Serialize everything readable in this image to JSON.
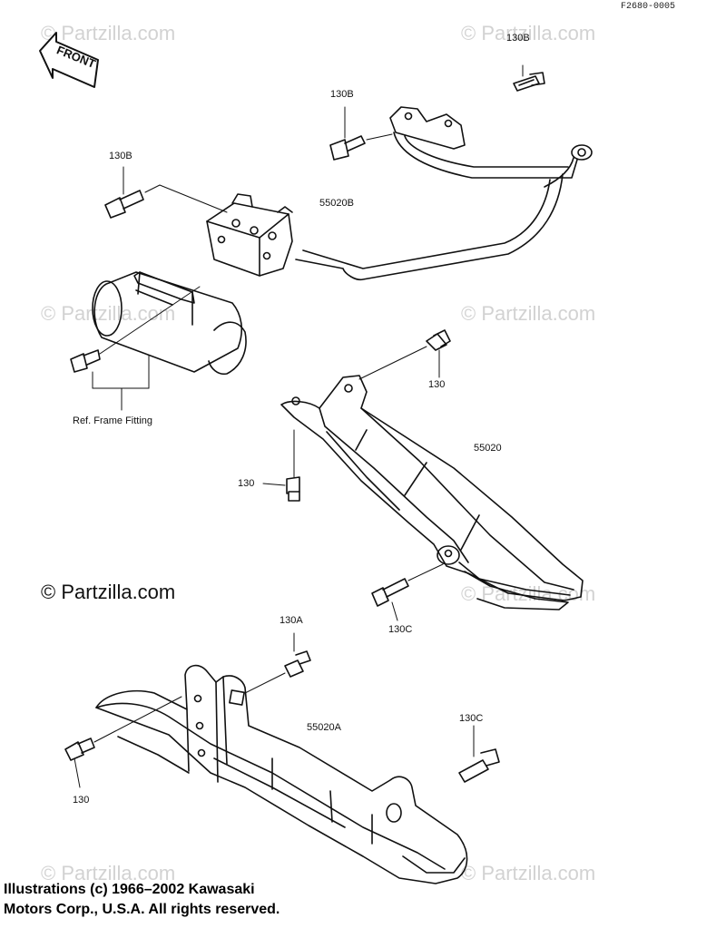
{
  "figure_code": "F2680-0005",
  "direction_label": "FRONT",
  "watermark": "© Partzilla.com",
  "watermark_main": "© Partzilla.com",
  "labels": {
    "bolt_130b_top": "130B",
    "bolt_130b_mid": "130B",
    "bolt_130b_left": "130B",
    "part_55020b": "55020B",
    "ref_frame": "Ref. Frame Fitting",
    "bolt_130_right": "130",
    "part_55020": "55020",
    "bolt_130_mid": "130",
    "bolt_130c_mid": "130C",
    "bolt_130a": "130A",
    "part_55020a": "55020A",
    "bolt_130c_low": "130C",
    "bolt_130_low": "130"
  },
  "copyright": {
    "line1": "Illustrations (c) 1966–2002 Kawasaki",
    "line2": "Motors Corp., U.S.A.  All rights reserved."
  }
}
